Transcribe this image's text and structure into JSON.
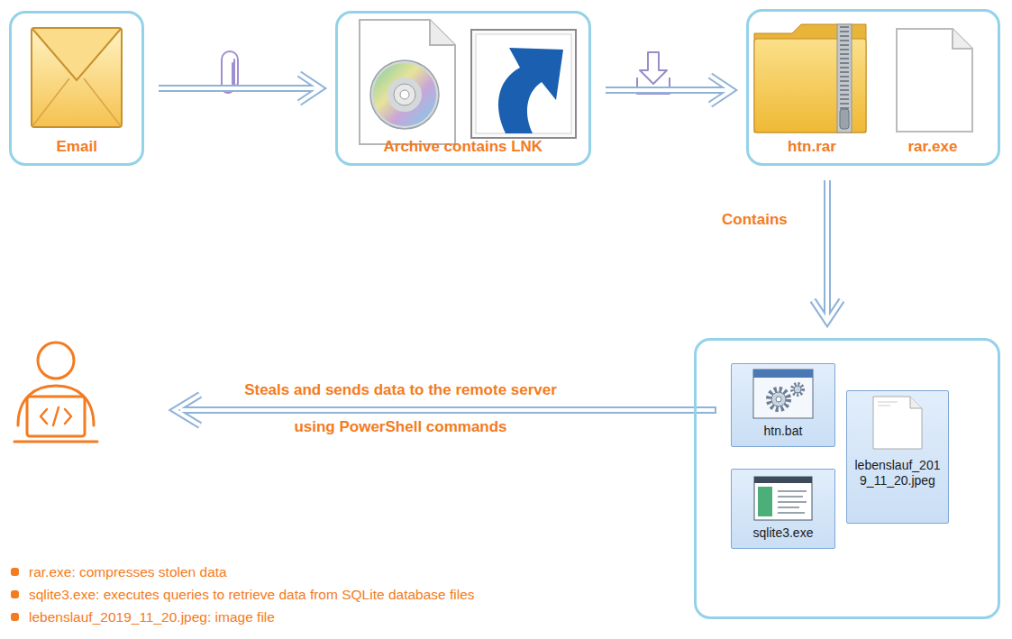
{
  "diagram": {
    "nodes": [
      {
        "text": [
          "Email"
        ]
      },
      {
        "text": [
          "Archive contains LNK"
        ]
      },
      {
        "text": [
          "htn.rar",
          "rar.exe"
        ]
      },
      {
        "text": []
      },
      {
        "text": [
          "htn.bat"
        ],
        "in": 3
      },
      {
        "text": [
          "lebenslauf_2019_11_20.jpeg"
        ],
        "in": 3
      },
      {
        "text": [
          "sqlite3.exe"
        ],
        "in": 3
      }
    ],
    "edges": [
      {
        "from": 0,
        "to": 1,
        "arrow": "to"
      },
      {
        "from": 1,
        "to": 2,
        "arrow": "to"
      },
      {
        "from": 2,
        "to": 3,
        "label": "Contains",
        "arrow": "to"
      }
    ],
    "labels": [
      "Steals and sends data to the remote server using PowerShell commands",
      "rar.exe: compresses stolen data",
      "sqlite3.exe: executes queries to retrieve data from SQLite database files",
      "lebenslauf_2019_11_20.jpeg: image file"
    ]
  }
}
